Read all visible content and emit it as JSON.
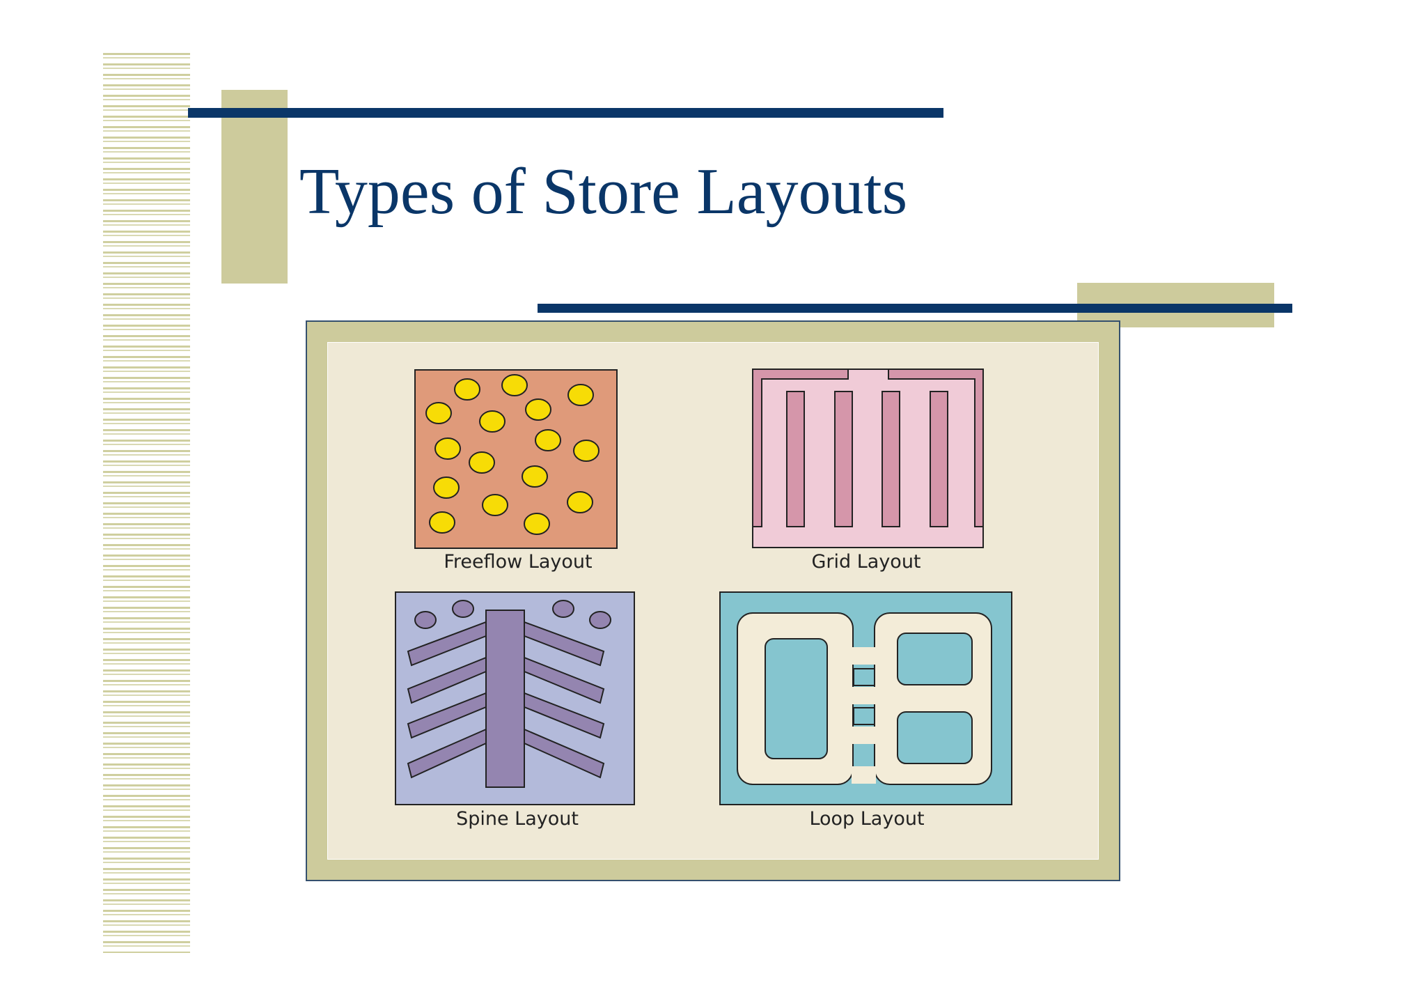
{
  "slide": {
    "title": "Types of Store Layouts"
  },
  "diagram": {
    "panels": [
      {
        "label": "Freeflow Layout",
        "fill": "#df9a7a",
        "fixture_color": "#f7dc06"
      },
      {
        "label": "Grid Layout",
        "fill": "#f0cbd7",
        "fixture_color": "#d596aa"
      },
      {
        "label": "Spine Layout",
        "fill": "#b3bada",
        "fixture_color": "#9485b0"
      },
      {
        "label": "Loop Layout",
        "fill": "#85c5cf",
        "fixture_color": "#f3ecd8"
      }
    ]
  },
  "colors": {
    "accent_navy": "#0a3668",
    "accent_olive": "#cdcb9c",
    "panel_background": "#efe9d6"
  }
}
